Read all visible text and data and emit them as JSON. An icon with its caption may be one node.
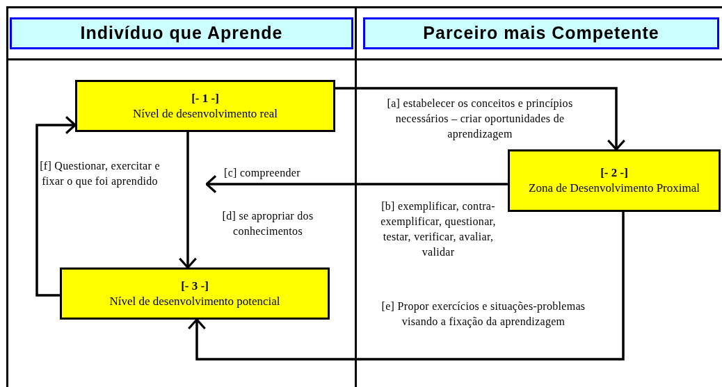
{
  "diagram": {
    "nodes": [
      {
        "text": [
          "Indivíduo que Aprende"
        ]
      },
      {
        "text": [
          "Parceiro mais Competente"
        ]
      },
      {
        "text": [
          "[- 1 -]",
          "Nível de desenvolvimento real"
        ]
      },
      {
        "text": [
          "[- 2 -]",
          "Zona de Desenvolvimento Proximal"
        ]
      },
      {
        "text": [
          "[- 3 -]",
          "Nível de desenvolvimento potencial"
        ]
      }
    ],
    "edges": [
      {
        "from": 2,
        "to": 3,
        "arrow": "to",
        "label": "[a] estabelecer os conceitos e princípios necessários – criar oportunidades de aprendizagem"
      },
      {
        "from": 3,
        "to": null,
        "arrow": "to",
        "label": "[c] compreender"
      },
      {
        "from": 2,
        "to": 4,
        "arrow": "to",
        "label": "[d] se apropriar dos conhecimentos"
      },
      {
        "from": 3,
        "to": 4,
        "arrow": "to",
        "label": "[e] Propor  exercícios e situações-problemas visando a fixação da aprendizagem"
      },
      {
        "from": 4,
        "to": 2,
        "arrow": "to",
        "label": "[f] Questionar, exercitar e fixar o que foi aprendido"
      }
    ],
    "labels": [
      "[b] exemplificar, contra-exemplificar, questionar, testar, verificar, avaliar, validar"
    ]
  }
}
